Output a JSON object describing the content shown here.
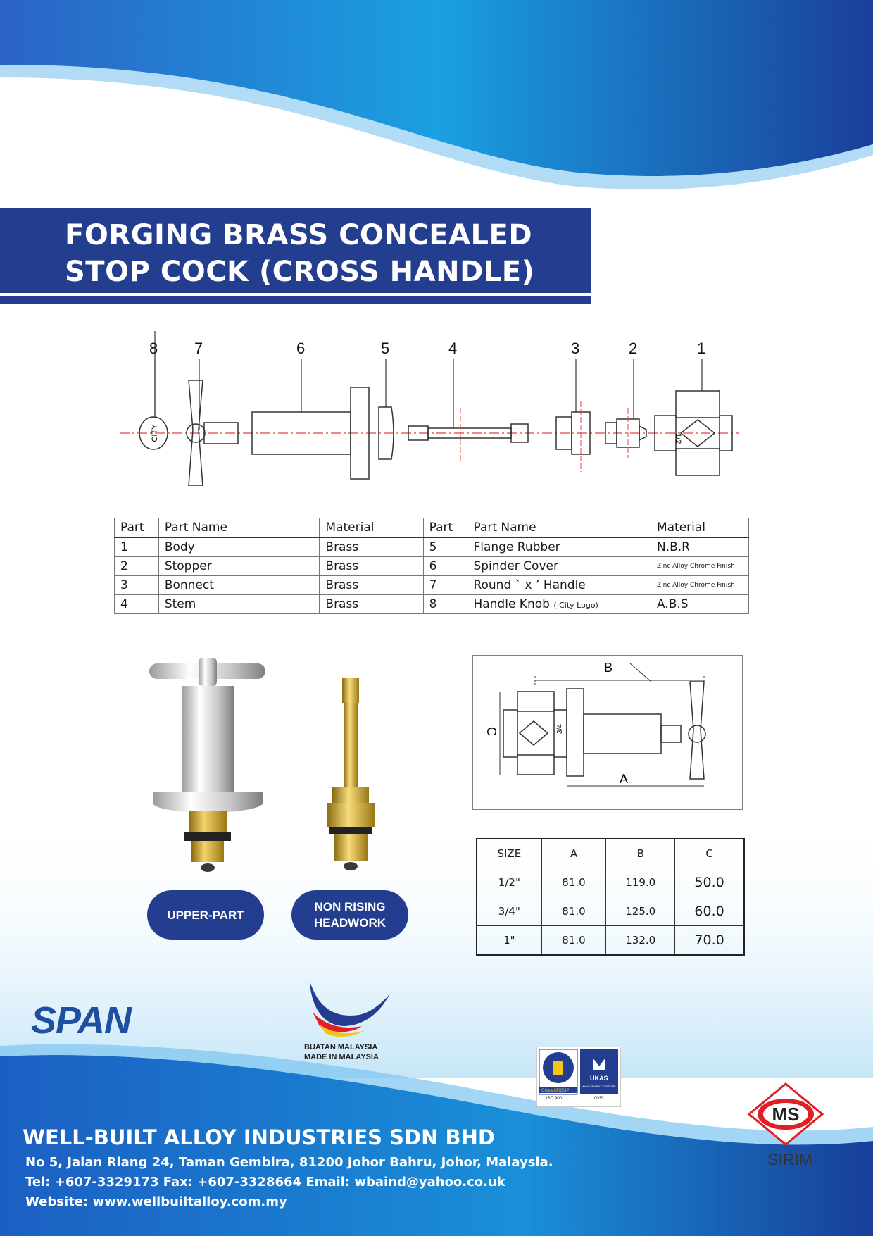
{
  "title": {
    "line1": "FORGING BRASS CONCEALED",
    "line2": "STOP COCK (CROSS HANDLE)"
  },
  "diagram": {
    "part_numbers": [
      "8",
      "7",
      "6",
      "5",
      "4",
      "3",
      "2",
      "1"
    ],
    "knob_text": "CITY",
    "body_text": "1/2"
  },
  "parts_table": {
    "headers": [
      "Part",
      "Part Name",
      "Material",
      "Part",
      "Part Name",
      "Material"
    ],
    "rows": [
      {
        "part_a": "1",
        "name_a": "Body",
        "material_a": "Brass",
        "part_b": "5",
        "name_b": "Flange Rubber",
        "material_b": "N.B.R"
      },
      {
        "part_a": "2",
        "name_a": "Stopper",
        "material_a": "Brass",
        "part_b": "6",
        "name_b": "Spinder Cover",
        "material_b": "Zinc Alloy Chrome Finish"
      },
      {
        "part_a": "3",
        "name_a": "Bonnect",
        "material_a": "Brass",
        "part_b": "7",
        "name_b": "Round ` x ’ Handle",
        "material_b": "Zinc Alloy Chrome Finish"
      },
      {
        "part_a": "4",
        "name_a": "Stem",
        "material_a": "Brass",
        "part_b": "8",
        "name_b": "Handle Knob",
        "name_b_note": "( City Logo)",
        "material_b": "A.B.S"
      }
    ]
  },
  "dimension_drawing": {
    "label_a": "A",
    "label_b": "B",
    "label_c": "C",
    "body_text": "3/4"
  },
  "size_table": {
    "headers": [
      "SIZE",
      "A",
      "B",
      "C"
    ],
    "rows": [
      {
        "size": "1/2\"",
        "a": "81.0",
        "b": "119.0",
        "c": "50.0"
      },
      {
        "size": "3/4\"",
        "a": "81.0",
        "b": "125.0",
        "c": "60.0"
      },
      {
        "size": "1\"",
        "a": "81.0",
        "b": "132.0",
        "c": "70.0"
      }
    ]
  },
  "labels": {
    "upper_part": "UPPER-PART",
    "headwork_line1": "NON RISING",
    "headwork_line2": "HEADWORK"
  },
  "logos": {
    "span": "SPAN",
    "buatan_line1": "BUATAN MALAYSIA",
    "buatan_line2": "MADE IN MALAYSIA",
    "iso_brand": "GlobalGROUP",
    "iso_cert": "ISO 9001",
    "ukas_name": "UKAS",
    "ukas_sub": "MANAGEMENT SYSTEMS",
    "ukas_code": "0039",
    "ms_mark": "MS",
    "sirim": "SIRIM"
  },
  "footer": {
    "company": "WELL-BUILT ALLOY INDUSTRIES SDN BHD",
    "address": "No 5, Jalan Riang 24, Taman Gembira, 81200 Johor Bahru, Johor, Malaysia.",
    "contact": "Tel: +607-3329173 Fax: +607-3328664  Email: wbaind@yahoo.co.uk",
    "website": "Website: www.wellbuiltalloy.com.my"
  },
  "colors": {
    "brand_blue": "#233e8e",
    "wave_blue": "#1d6fd0",
    "sky_blue": "#4fb3ea",
    "brass": "#c9a227",
    "chrome": "#d9d9d9",
    "ms_red": "#e01f26"
  }
}
